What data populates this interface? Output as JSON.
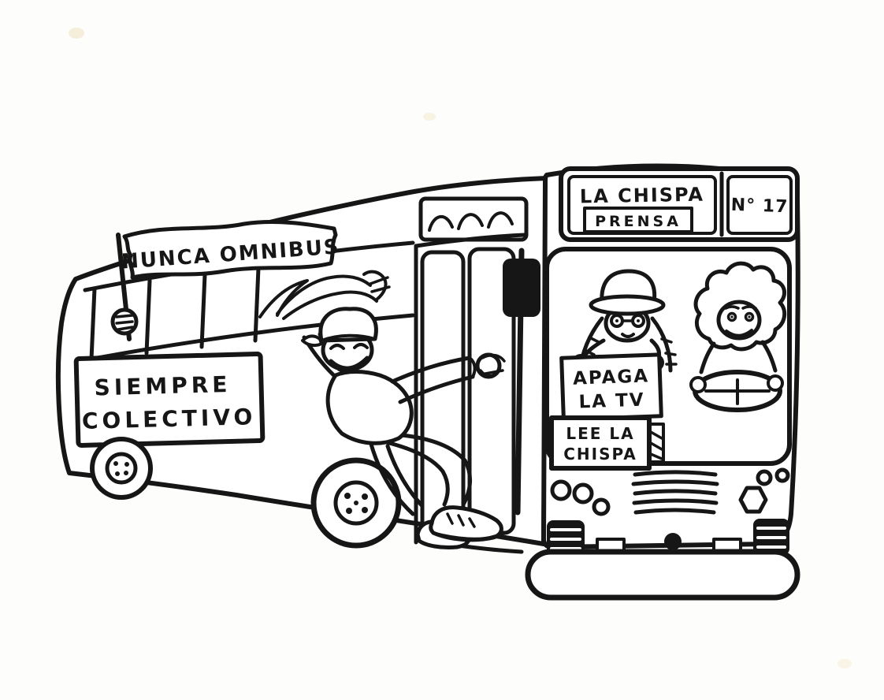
{
  "illustration": {
    "flag_text": "NUNCA OMNIBUS",
    "side_sign": {
      "line1": "SIEMPRE",
      "line2": "COLECTIVO"
    },
    "destination": {
      "main": "LA CHISPA",
      "sub": "PRENSA",
      "route": "N° 17"
    },
    "tv_sign": {
      "line1": "APAGA",
      "line2": "LA TV"
    },
    "read_sign": {
      "line1": "LEE LA",
      "line2": "CHISPA"
    },
    "colors": {
      "ink": "#161616",
      "paper": "#fdfdfb"
    }
  }
}
